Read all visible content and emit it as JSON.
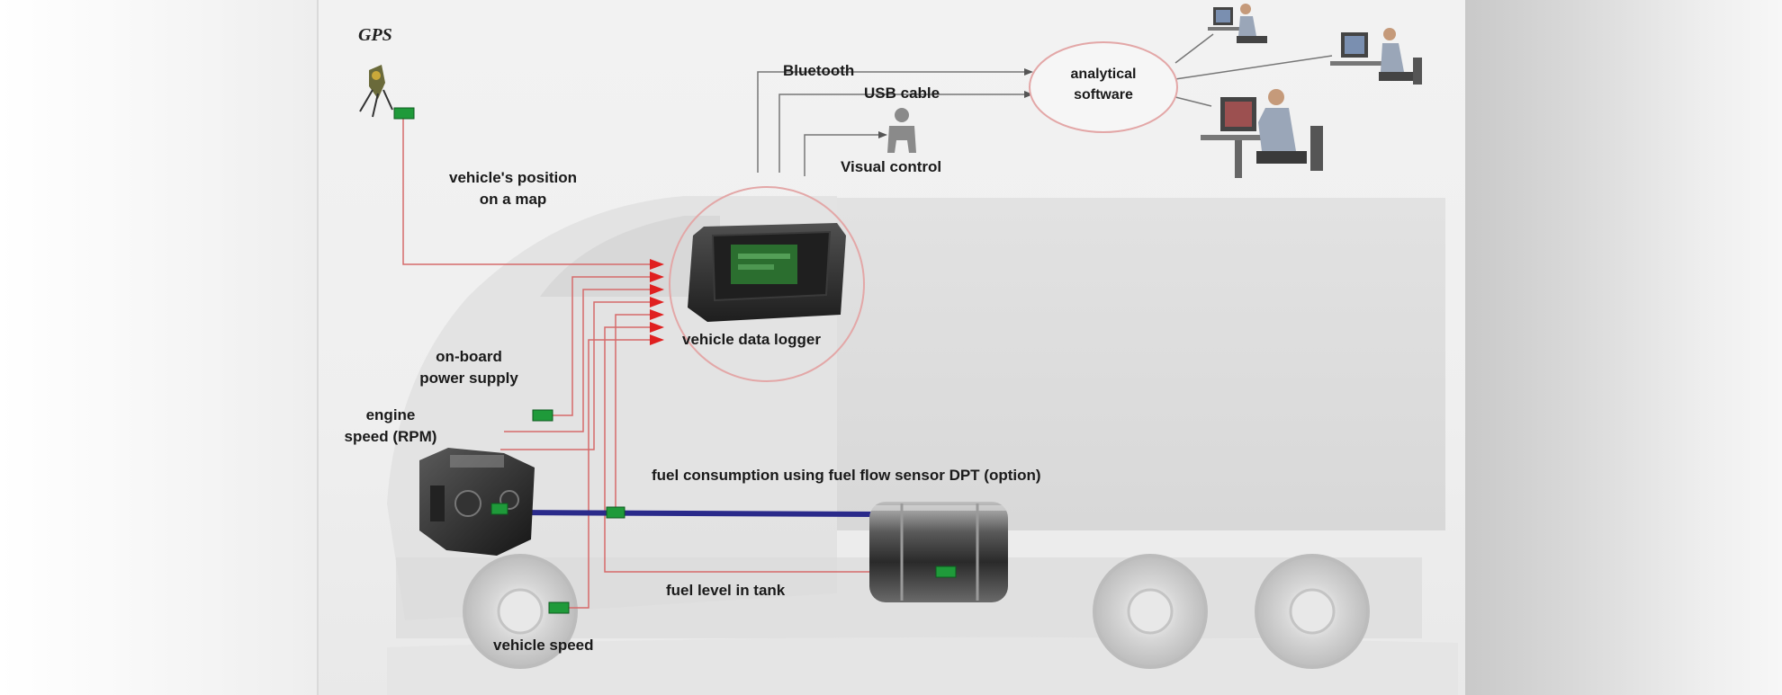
{
  "labels": {
    "gps": "GPS",
    "position_line1": "vehicle's position",
    "position_line2": "on a map",
    "bluetooth": "Bluetooth",
    "usb": "USB cable",
    "visual_control": "Visual control",
    "analytical_line1": "analytical",
    "analytical_line2": "software",
    "data_logger": "vehicle data logger",
    "power_line1": "on-board",
    "power_line2": "power supply",
    "engine_line1": "engine",
    "engine_line2": "speed (RPM)",
    "fuel_consumption": "fuel consumption using fuel flow sensor DPT (option)",
    "fuel_level": "fuel level in tank",
    "vehicle_speed": "vehicle speed"
  },
  "colors": {
    "signal_line": "#d66a6a",
    "arrow": "#e02020",
    "sensor": "#1f9a3a",
    "fuel_line": "#2a2a8a",
    "connector_line": "#777777",
    "circle": "#e3a7a7"
  }
}
